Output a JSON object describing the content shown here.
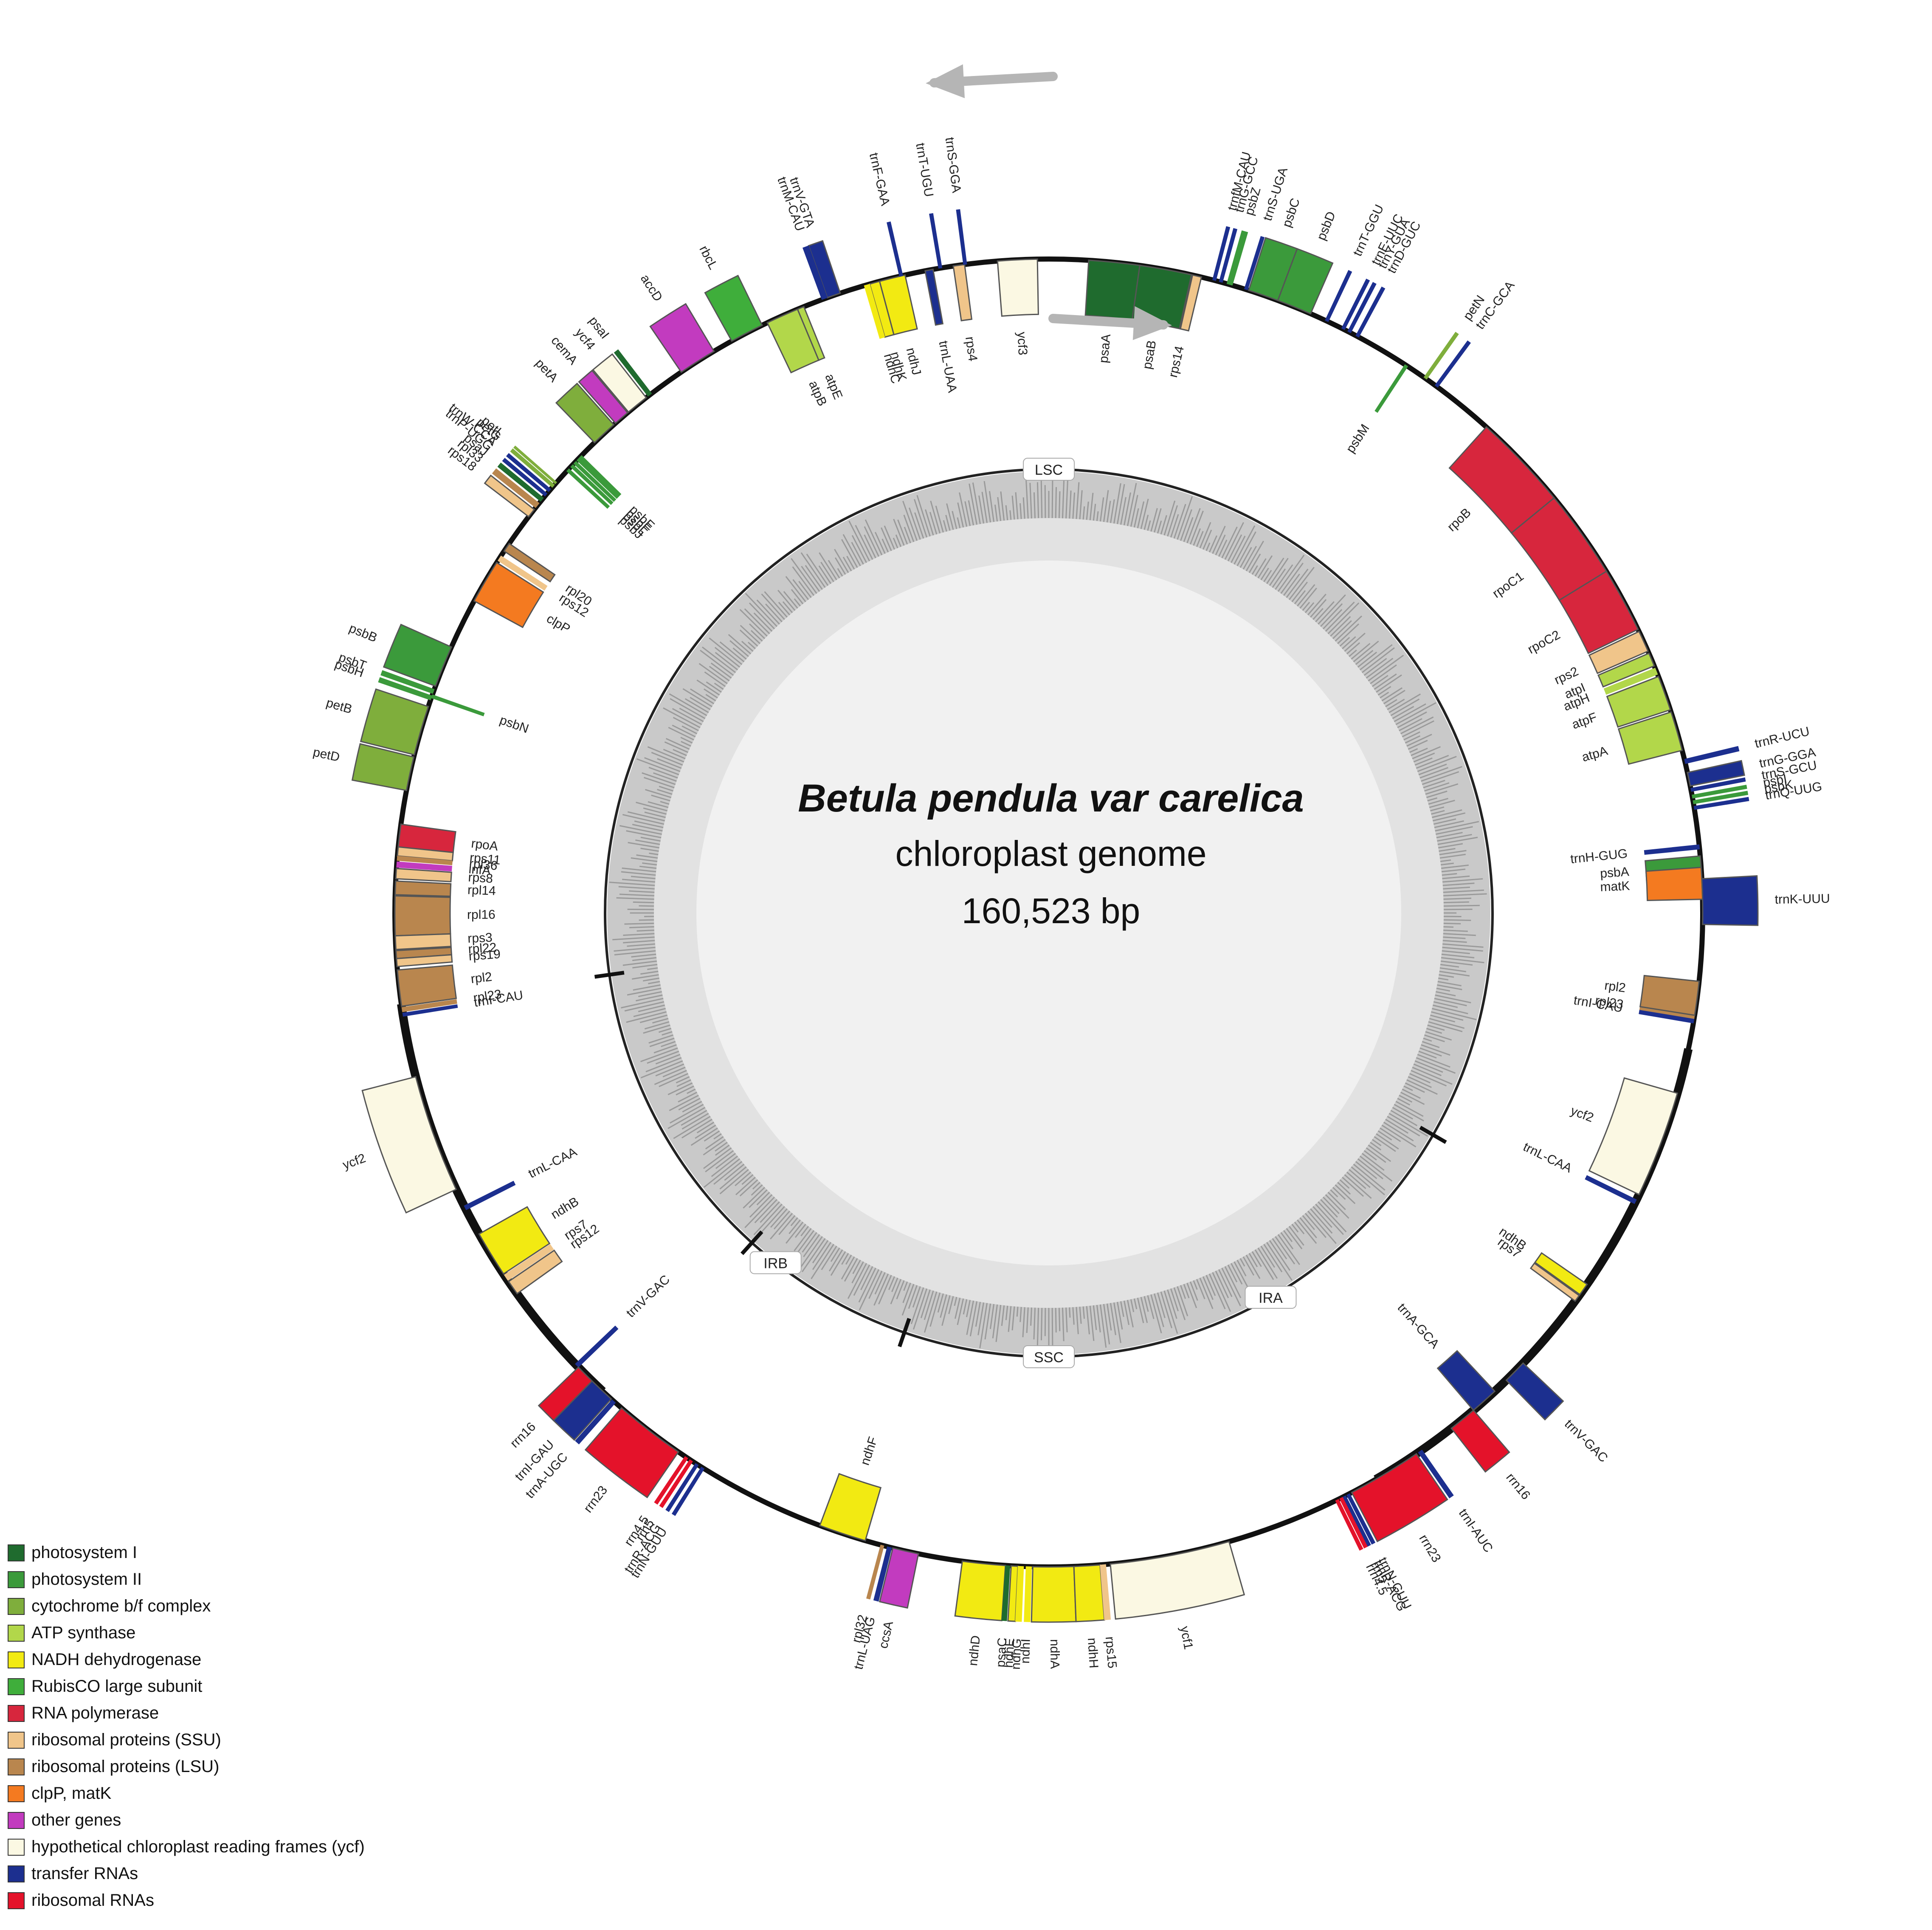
{
  "title": {
    "species": "Betula pendula var carelica",
    "kind": "chloroplast genome",
    "size": "160,523 bp"
  },
  "regions": [
    "LSC",
    "IRA",
    "SSC",
    "IRB"
  ],
  "colors": {
    "photosystem_I": "#1f6b2e",
    "photosystem_II": "#3b9a3b",
    "cytochrome": "#7fae3c",
    "atp": "#b2d74a",
    "nadh": "#f2ea12",
    "rubisco": "#3fae3b",
    "rna_pol": "#d7263d",
    "rib_ssu": "#f0c58a",
    "rib_lsu": "#b9864e",
    "clp": "#f47a20",
    "other": "#c23bbf",
    "ycf": "#fbf8e3",
    "trna": "#1c2f8f",
    "rrna": "#e4122a"
  },
  "legend": [
    {
      "label": "photosystem I",
      "color": "#1f6b2e"
    },
    {
      "label": "photosystem II",
      "color": "#3b9a3b"
    },
    {
      "label": "cytochrome b/f complex",
      "color": "#7fae3c"
    },
    {
      "label": "ATP synthase",
      "color": "#b2d74a"
    },
    {
      "label": "NADH dehydrogenase",
      "color": "#f2ea12"
    },
    {
      "label": "RubisCO large subunit",
      "color": "#3fae3b"
    },
    {
      "label": "RNA polymerase",
      "color": "#d7263d"
    },
    {
      "label": "ribosomal proteins (SSU)",
      "color": "#f0c58a"
    },
    {
      "label": "ribosomal proteins (LSU)",
      "color": "#b9864e"
    },
    {
      "label": "clpP, matK",
      "color": "#f47a20"
    },
    {
      "label": "other genes",
      "color": "#c23bbf"
    },
    {
      "label": "hypothetical chloroplast reading frames (ycf)",
      "color": "#fbf8e3"
    },
    {
      "label": "transfer RNAs",
      "color": "#1c2f8f"
    },
    {
      "label": "ribosomal RNAs",
      "color": "#e4122a"
    }
  ],
  "genes": [
    {
      "name": "psaA",
      "cat": "photosystem_I"
    },
    {
      "name": "psaB",
      "cat": "photosystem_I"
    },
    {
      "name": "rps14",
      "cat": "rib_ssu"
    },
    {
      "name": "ycf3",
      "cat": "ycf"
    },
    {
      "name": "rps4",
      "cat": "rib_ssu"
    },
    {
      "name": "trnL-UAA",
      "cat": "trna"
    },
    {
      "name": "ndhJ",
      "cat": "nadh"
    },
    {
      "name": "ndhK",
      "cat": "nadh"
    },
    {
      "name": "ndhC",
      "cat": "nadh"
    },
    {
      "name": "trnS-GGA",
      "cat": "trna"
    },
    {
      "name": "trnT-UGU",
      "cat": "trna"
    },
    {
      "name": "trnF-GAA",
      "cat": "trna"
    },
    {
      "name": "trnV-GTA",
      "cat": "trna"
    },
    {
      "name": "trnM-CAU",
      "cat": "trna"
    },
    {
      "name": "atpE",
      "cat": "atp"
    },
    {
      "name": "atpB",
      "cat": "atp"
    },
    {
      "name": "rbcL",
      "cat": "rubisco"
    },
    {
      "name": "accD",
      "cat": "other"
    },
    {
      "name": "psaI",
      "cat": "photosystem_I"
    },
    {
      "name": "ycf4",
      "cat": "ycf"
    },
    {
      "name": "cemA",
      "cat": "other"
    },
    {
      "name": "petA",
      "cat": "cytochrome"
    },
    {
      "name": "petL",
      "cat": "cytochrome"
    },
    {
      "name": "petG",
      "cat": "cytochrome"
    },
    {
      "name": "trnW-CCA",
      "cat": "trna"
    },
    {
      "name": "trnP-UGG",
      "cat": "trna"
    },
    {
      "name": "psaJ",
      "cat": "photosystem_I"
    },
    {
      "name": "rpl33",
      "cat": "rib_lsu"
    },
    {
      "name": "rps18",
      "cat": "rib_ssu"
    },
    {
      "name": "psbJ",
      "cat": "photosystem_II"
    },
    {
      "name": "psbL",
      "cat": "photosystem_II"
    },
    {
      "name": "psbF",
      "cat": "photosystem_II"
    },
    {
      "name": "psbE",
      "cat": "photosystem_II"
    },
    {
      "name": "rpl20",
      "cat": "rib_lsu"
    },
    {
      "name": "rps12",
      "cat": "rib_ssu"
    },
    {
      "name": "clpP",
      "cat": "clp"
    },
    {
      "name": "psbB",
      "cat": "photosystem_II"
    },
    {
      "name": "psbT",
      "cat": "photosystem_II"
    },
    {
      "name": "psbH",
      "cat": "photosystem_II"
    },
    {
      "name": "psbN",
      "cat": "photosystem_II"
    },
    {
      "name": "petB",
      "cat": "cytochrome"
    },
    {
      "name": "petD",
      "cat": "cytochrome"
    },
    {
      "name": "rpoA",
      "cat": "rna_pol"
    },
    {
      "name": "rps11",
      "cat": "rib_ssu"
    },
    {
      "name": "rpl36",
      "cat": "rib_lsu"
    },
    {
      "name": "infA",
      "cat": "other"
    },
    {
      "name": "rps8",
      "cat": "rib_ssu"
    },
    {
      "name": "rpl14",
      "cat": "rib_lsu"
    },
    {
      "name": "rpl16",
      "cat": "rib_lsu"
    },
    {
      "name": "rps3",
      "cat": "rib_ssu"
    },
    {
      "name": "rpl22",
      "cat": "rib_lsu"
    },
    {
      "name": "rps19",
      "cat": "rib_ssu"
    },
    {
      "name": "rpl2",
      "cat": "rib_lsu"
    },
    {
      "name": "rpl23",
      "cat": "rib_lsu"
    },
    {
      "name": "trnI-CAU",
      "cat": "trna"
    },
    {
      "name": "ycf2",
      "cat": "ycf"
    },
    {
      "name": "trnL-CAA",
      "cat": "trna"
    },
    {
      "name": "ndhB",
      "cat": "nadh"
    },
    {
      "name": "rps7",
      "cat": "rib_ssu"
    },
    {
      "name": "rps12",
      "cat": "rib_ssu"
    },
    {
      "name": "trnV-GAC",
      "cat": "trna"
    },
    {
      "name": "rrn16",
      "cat": "rrna"
    },
    {
      "name": "trnI-GAU",
      "cat": "trna"
    },
    {
      "name": "trnA-UGC",
      "cat": "trna"
    },
    {
      "name": "rrn23",
      "cat": "rrna"
    },
    {
      "name": "rrn4.5",
      "cat": "rrna"
    },
    {
      "name": "rrn5",
      "cat": "rrna"
    },
    {
      "name": "trnR-ACG",
      "cat": "trna"
    },
    {
      "name": "trnN-GUU",
      "cat": "trna"
    },
    {
      "name": "ndhF",
      "cat": "nadh"
    },
    {
      "name": "rpl32",
      "cat": "rib_lsu"
    },
    {
      "name": "trnL-UAG",
      "cat": "trna"
    },
    {
      "name": "ccsA",
      "cat": "other"
    },
    {
      "name": "ndhD",
      "cat": "nadh"
    },
    {
      "name": "psaC",
      "cat": "photosystem_I"
    },
    {
      "name": "ndhE",
      "cat": "nadh"
    },
    {
      "name": "ndhG",
      "cat": "nadh"
    },
    {
      "name": "ndhI",
      "cat": "nadh"
    },
    {
      "name": "ndhA",
      "cat": "nadh"
    },
    {
      "name": "ndhH",
      "cat": "nadh"
    },
    {
      "name": "rps15",
      "cat": "rib_ssu"
    },
    {
      "name": "ycf1",
      "cat": "ycf"
    },
    {
      "name": "trnN-GUU",
      "cat": "trna"
    },
    {
      "name": "trnR-ACG",
      "cat": "trna"
    },
    {
      "name": "rrn5",
      "cat": "rrna"
    },
    {
      "name": "rrn4.5",
      "cat": "rrna"
    },
    {
      "name": "rrn23",
      "cat": "rrna"
    },
    {
      "name": "trnI-AUC",
      "cat": "trna"
    },
    {
      "name": "trnA-GCA",
      "cat": "trna"
    },
    {
      "name": "rrn16",
      "cat": "rrna"
    },
    {
      "name": "trnV-GAC",
      "cat": "trna"
    },
    {
      "name": "rps7",
      "cat": "rib_ssu"
    },
    {
      "name": "ndhB",
      "cat": "nadh"
    },
    {
      "name": "trnL-CAA",
      "cat": "trna"
    },
    {
      "name": "ycf2",
      "cat": "ycf"
    },
    {
      "name": "trnI-CAU",
      "cat": "trna"
    },
    {
      "name": "rpl23",
      "cat": "rib_lsu"
    },
    {
      "name": "rpl2",
      "cat": "rib_lsu"
    },
    {
      "name": "trnH-GUG",
      "cat": "trna"
    },
    {
      "name": "psbA",
      "cat": "photosystem_II"
    },
    {
      "name": "matK",
      "cat": "clp"
    },
    {
      "name": "trnK-UUU",
      "cat": "trna"
    },
    {
      "name": "trnQ-UUG",
      "cat": "trna"
    },
    {
      "name": "psbK",
      "cat": "photosystem_II"
    },
    {
      "name": "psbI",
      "cat": "photosystem_II"
    },
    {
      "name": "trnS-GCU",
      "cat": "trna"
    },
    {
      "name": "trnG-GGA",
      "cat": "trna"
    },
    {
      "name": "trnR-UCU",
      "cat": "trna"
    },
    {
      "name": "atpA",
      "cat": "atp"
    },
    {
      "name": "atpF",
      "cat": "atp"
    },
    {
      "name": "atpH",
      "cat": "atp"
    },
    {
      "name": "atpI",
      "cat": "atp"
    },
    {
      "name": "rps2",
      "cat": "rib_ssu"
    },
    {
      "name": "rpoC2",
      "cat": "rna_pol"
    },
    {
      "name": "rpoC1",
      "cat": "rna_pol"
    },
    {
      "name": "rpoB",
      "cat": "rna_pol"
    },
    {
      "name": "trnC-GCA",
      "cat": "trna"
    },
    {
      "name": "petN",
      "cat": "cytochrome"
    },
    {
      "name": "psbM",
      "cat": "photosystem_II"
    },
    {
      "name": "trnD-GUC",
      "cat": "trna"
    },
    {
      "name": "trnY-GUA",
      "cat": "trna"
    },
    {
      "name": "trnE-UUC",
      "cat": "trna"
    },
    {
      "name": "trnT-GGU",
      "cat": "trna"
    },
    {
      "name": "psbD",
      "cat": "photosystem_II"
    },
    {
      "name": "psbC",
      "cat": "photosystem_II"
    },
    {
      "name": "trnS-UGA",
      "cat": "trna"
    },
    {
      "name": "psbZ",
      "cat": "photosystem_II"
    },
    {
      "name": "trnG-GCC",
      "cat": "trna"
    },
    {
      "name": "trnfM-CAU",
      "cat": "trna"
    }
  ]
}
